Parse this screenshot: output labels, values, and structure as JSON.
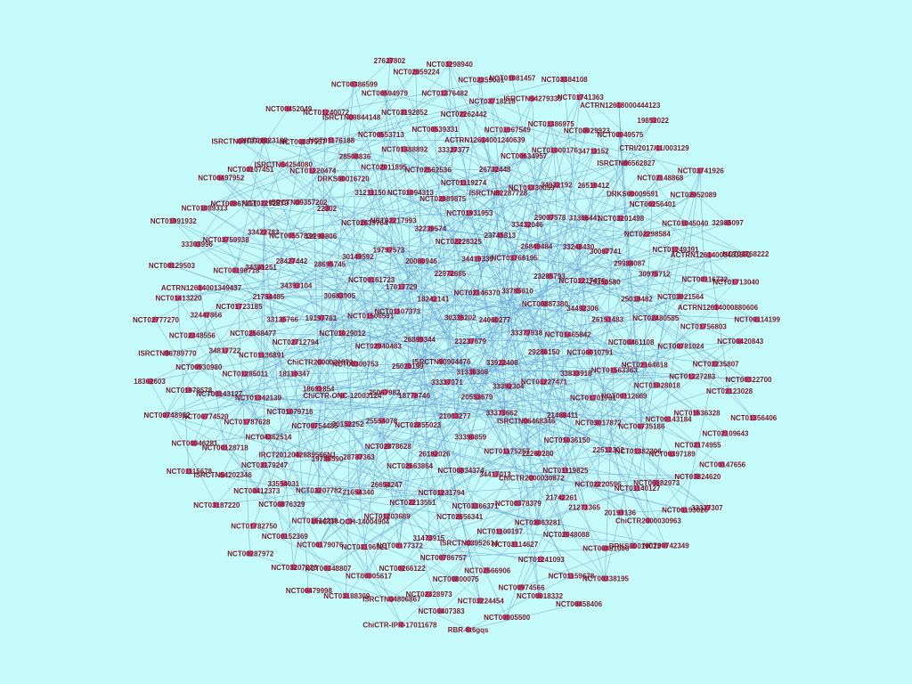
{
  "graph": {
    "edge_color": "#6fa8d8",
    "label_color": "#7a1a2a",
    "node_color": "#d94a8a",
    "background": "#c6fbfb",
    "labels": [
      "23237679",
      "ISRCTN90904476",
      "30335202",
      "31336308",
      "26899344",
      "24060277",
      "33337071",
      "18242141",
      "33922408",
      "25020199",
      "NCT02146370",
      "20553679",
      "NCT01107373",
      "33377938",
      "18778746",
      "22972685",
      "33392304",
      "NCT02940483",
      "33785610",
      "21003277",
      "17017729",
      "29286150",
      "25067982",
      "34419339",
      "33373662",
      "NCT01506591",
      "NCT00887380",
      "NCT02855023",
      "20080946",
      "NCT01227471",
      "NCT00300753",
      "NCT03766195",
      "33390859",
      "NCT00161723",
      "NCT01465842",
      "25554078",
      "NCT02228325",
      "ISRCTN06468346",
      "NCT01029012",
      "23285793",
      "26182026",
      "19797573",
      "33833918",
      "ChiCTR-ONC-12003124",
      "23745813",
      "NCT01175257",
      "30683905",
      "34492306",
      "NCT02878628",
      "32239574",
      "21468411",
      "ChiCTR2000030872",
      "26849484",
      "NCT00834374",
      "30149592",
      "NCT00010791",
      "30152252",
      "NCT01931953",
      "22260280",
      "19197781",
      "NCT01217476",
      "NCT02663864",
      "NCT02217993",
      "NCT01701791",
      "18691854",
      "33432046",
      "34417013",
      "28695745",
      "26151483",
      "28787363",
      "NCT02889875",
      "NCT01036150",
      "NCT02712794",
      "33248430",
      "NCT01231794",
      "NCT02639764",
      "NCT01563363",
      "NCT00754485",
      "ISRCTN82287728",
      "ChiCTR2000030872",
      "34393104",
      "29350580",
      "26654247",
      "NCT01094313",
      "NCT03017872",
      "18110347",
      "29007578",
      "NCT03366371",
      "12298806",
      "NCT00461108",
      "19786590",
      "NCT01119274",
      "NCT01119825",
      "33135766",
      "30067741",
      "NCT02213551",
      "31211150",
      "NCT00112669",
      "NCT01079716",
      "NCT01330059",
      "NCT00378379",
      "28427442",
      "25018482",
      "21654340",
      "NCT02562536",
      "22512302",
      "NCT01136891",
      "31366441",
      "NCT02656341",
      "22302",
      "NCT02164618",
      "IRCT2012042889566N1",
      "26732448",
      "21742261",
      "21754485",
      "29988087",
      "NCT01203689",
      "NCT02011895",
      "NCT00735186",
      "NCT01342139",
      "34932192",
      "NCT01100197",
      "NCT00557834",
      "NCT02480585",
      "NCT03207782",
      "33327377",
      "NCT02220596",
      "NCT02568477",
      "NCT03201498",
      "31473915",
      "DRKS00016720",
      "NCT01028018",
      "NCT04362514",
      "NCT00634957",
      "NCT03063281",
      "34391251",
      "30975712",
      "ChiCTR-OCH-14004904",
      "NCT01388892",
      "NCT01382306",
      "NCT01285011",
      "26510412",
      "ISRCTN03952614",
      "ISRCTN09357202",
      "NCT00781024",
      "33554031",
      "ACTRN12614001240639",
      "21271365",
      "NCT01723185",
      "NCT02298584",
      "NCT00177372",
      "28508836",
      "NCT00143184",
      "NCT01787628",
      "NCT01000176",
      "NCT03114627",
      "33422783",
      "NCT03021564",
      "NCT01614210",
      "NCT00539331",
      "NCT01140127",
      "34817722",
      "DRKS00009591",
      "NCT00786757",
      "NCT01220474",
      "NCT01227283",
      "NCT03179247",
      "NCT01067549",
      "NCT02048088",
      "NCT00196718",
      "NCT01249391",
      "NCT03196521",
      "NCT00553713",
      "NCT00397189",
      "NCT00143127",
      "34711152",
      "NCT02566906",
      "NCT02292279",
      "NCT01756803",
      "NCT00876329",
      "NCT02262442",
      "20193136",
      "32447866",
      "NCT00256401",
      "NCT00266122",
      "NCT01176188",
      "NCT01636328",
      "NCT00128718",
      "NCT01386975",
      "NCT01241093",
      "NCT03759938",
      "NCT00116732",
      "NCT00179076",
      "NCT03192852",
      "NCT00882973",
      "NCT00930980",
      "ISRCTN86562827",
      "NCT00800075",
      "ISRCTN54254080",
      "NCT02235807",
      "NCT00412373",
      "NCT03718218",
      "NCT00881006",
      "ACTRN12614001349437",
      "NCT01045040",
      "NCT00005617",
      "ISRCTN09844148",
      "NCT02174955",
      "NCT00774520",
      "NCT00029923",
      "NCT00974566",
      "NCT00867251",
      "ACTRN12614000880606",
      "NCT00152369",
      "NCT01376482",
      "ChiCTR2000030963",
      "NCT02348556",
      "NCT02148868",
      "NCT02328973",
      "NCT00887957",
      "NCT02123028",
      "ISRCTN54202346",
      "ISRCTN54279335",
      "NCT01159678",
      "33303996",
      "ACTRN12614000463572",
      "NCT00348807",
      "NCT00594979",
      "NCT03824620",
      "NCT01979578",
      "NCT00049575",
      "NCT03224454",
      "NCT00107451",
      "NCT00420843",
      "NCT01782750",
      "NCT02359031",
      "DRKS00019023",
      "NCT01413220",
      "NCT02052089",
      "ISRCTN04806867",
      "NCT01240072",
      "NCT02109643",
      "NCT00046281",
      "NCT01741363",
      "NCT00018332",
      "NCT01089313",
      "NCT01713040",
      "NCT03207236",
      "NCT02059224",
      "NCT00193020",
      "ISRCTN96789770",
      "CTRI/2017/11/003129",
      "NCT00407383",
      "NCT01023188",
      "NCT00322700",
      "NCT03187220",
      "NCT01081457",
      "NCT00338195",
      "NCT00129503",
      "32985097",
      "NCT03188309",
      "NCT00386599",
      "NCT00147656",
      "NCT00748932",
      "ACTRN12618000444123",
      "NCT00005500",
      "NCT00497952",
      "NCT00114199",
      "NCT00287972",
      "NCT03298940",
      "NCT00742349",
      "NCT02777270",
      "NCT03741926",
      "ChiCTR-IPR-17011678",
      "NCT00452049",
      "NCT01356406",
      "NCT01115678",
      "NCT03384108",
      "NCT00458406",
      "NCT01991932",
      "NCT03768222",
      "NCT00479998",
      "27627802",
      "33337307",
      "18362603",
      "19852022",
      "RBR-6t6gqs",
      "ISRCTN04797000"
    ]
  }
}
